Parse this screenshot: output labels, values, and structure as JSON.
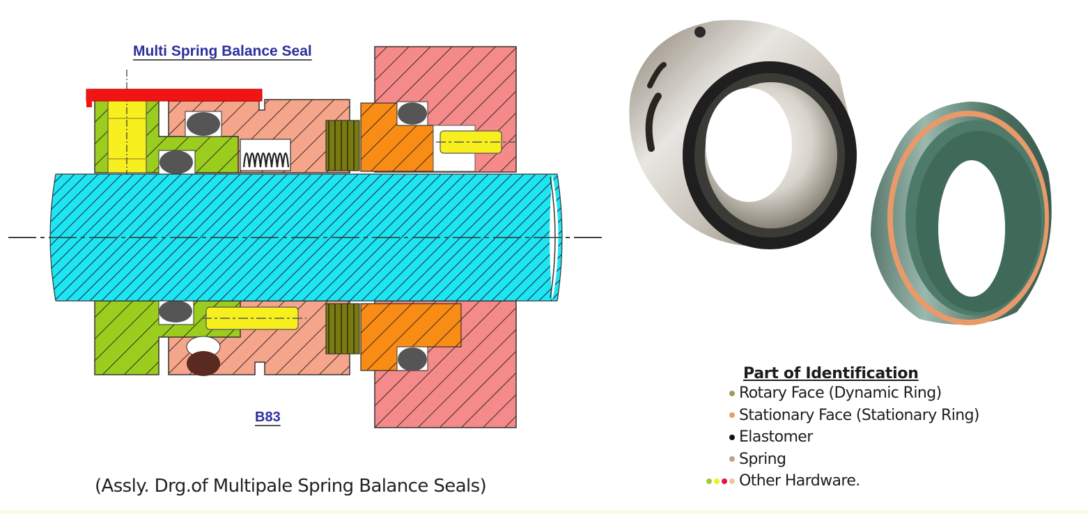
{
  "diagram": {
    "title": "Multi Spring Balance Seal",
    "model": "B83",
    "caption": "(Assly. Drg.of Multipale Spring Balance  Seals)",
    "colors": {
      "shaft": "#1ee6f0",
      "sleeve_green": "#9acd1e",
      "set_screw_yellow": "#f8f01e",
      "retainer_salmon": "#f4a58a",
      "gland_pink": "#f48a8a",
      "stationary_orange": "#f98c14",
      "rotary_face_olive": "#7a7a12",
      "elastomer": "#5a5a5a",
      "clip_red": "#f01414",
      "hatch": "#1c2a4a"
    }
  },
  "photos": {
    "rotary_unit": "stainless-steel multi-spring seal head (photo)",
    "stationary_ring": "green stationary seat ring with orange O-ring (photo)"
  },
  "legend": {
    "title": "Part of Identification",
    "items": [
      {
        "label": "Rotary Face (Dynamic Ring)",
        "colors": [
          "#a29a5a"
        ]
      },
      {
        "label": "Stationary Face (Stationary Ring)",
        "colors": [
          "#e0a070"
        ]
      },
      {
        "label": "Elastomer",
        "colors": [
          "#111111"
        ]
      },
      {
        "label": "Spring",
        "colors": [
          "#c8a080"
        ]
      },
      {
        "label": "Other Hardware.",
        "colors": [
          "#9acd32",
          "#f0f020",
          "#e8104a",
          "#e8c8a0"
        ]
      }
    ]
  }
}
